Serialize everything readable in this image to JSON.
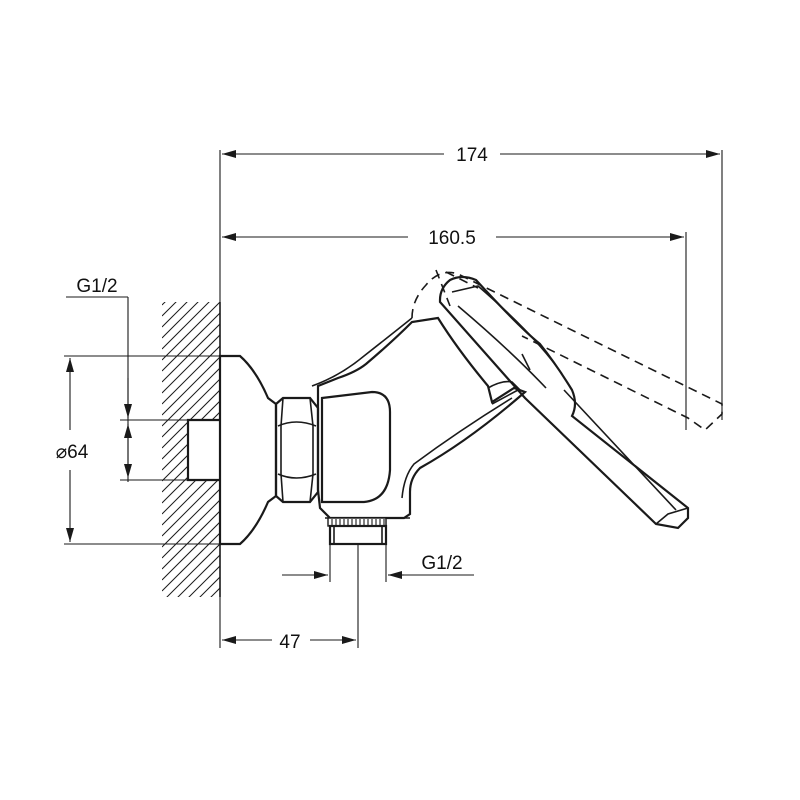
{
  "dimensions": {
    "overall_length": "174",
    "handle_length": "160.5",
    "wall_inlet_thread": "G1/2",
    "rosette_diameter": "⌀64",
    "outlet_thread": "G1/2",
    "outlet_offset": "47"
  },
  "colors": {
    "line": "#1a1a1a",
    "background": "#ffffff"
  }
}
